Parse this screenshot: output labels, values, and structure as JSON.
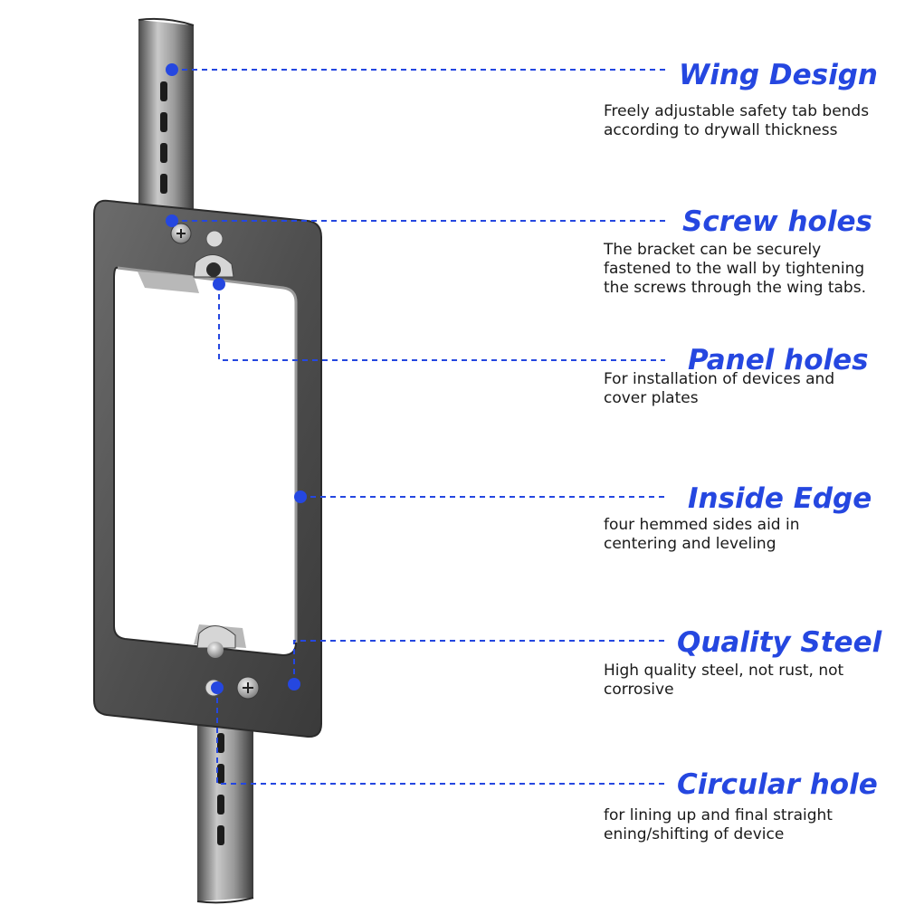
{
  "accent_color": "#2547e0",
  "callouts": [
    {
      "title": "Wing Design",
      "desc": "Freely adjustable safety tab bends\naccording to drywall thickness"
    },
    {
      "title": "Screw holes",
      "desc": "The bracket can be securely\nfastened to the wall by tightening\nthe screws through the wing tabs."
    },
    {
      "title": "Panel holes",
      "desc": "For installation of devices and\ncover plates"
    },
    {
      "title": "Inside Edge",
      "desc": "four hemmed sides aid in\ncentering and leveling"
    },
    {
      "title": "Quality Steel",
      "desc": "High quality steel, not rust, not\ncorrosive"
    },
    {
      "title": "Circular hole",
      "desc": "for lining up and final straight\nening/shifting of device"
    }
  ]
}
